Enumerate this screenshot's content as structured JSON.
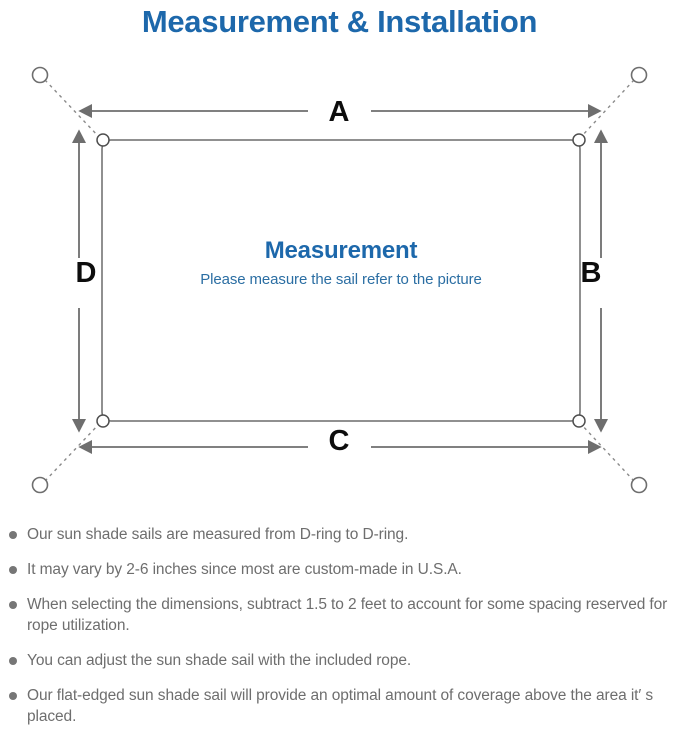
{
  "page": {
    "title": "Measurement & Installation",
    "title_color": "#1d68ab",
    "background": "#ffffff"
  },
  "diagram": {
    "name": "sun-shade-sail-measurement-diagram",
    "sail_caption": {
      "title": "Measurement",
      "subtitle": "Please measure the sail refer to the picture",
      "title_color": "#1d68ab",
      "subtitle_color": "#2b6ea3"
    },
    "dimension_labels": {
      "top": "A",
      "right": "B",
      "bottom": "C",
      "left": "D"
    },
    "line_color": "#6e6e6e",
    "sail_border_color": "#6b6b6b",
    "d_ring_count": 4,
    "anchor_point_count": 4
  },
  "notes": [
    "Our sun shade sails are measured from D-ring to D-ring.",
    "It may vary by 2-6 inches since most are custom-made in U.S.A.",
    "When selecting the dimensions, subtract 1.5 to 2 feet to account for some spacing reserved for rope utilization.",
    "You can adjust the sun shade sail with the included rope.",
    "Our flat-edged sun shade sail will provide an optimal amount of coverage above the area it′ s placed."
  ]
}
